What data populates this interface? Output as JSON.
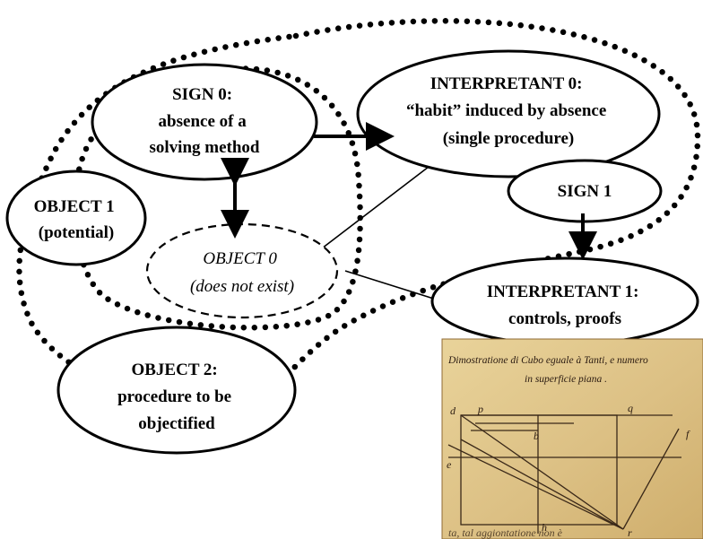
{
  "nodes": {
    "sign0": [
      "SIGN 0:",
      "absence of a",
      "solving method"
    ],
    "interpretant0": [
      "INTERPRETANT 0:",
      "“habit” induced by absence",
      "(single procedure)"
    ],
    "object1": [
      "OBJECT 1",
      "(potential)"
    ],
    "sign1": [
      "SIGN 1"
    ],
    "object0": [
      "OBJECT 0",
      "(does not exist)"
    ],
    "interpretant1": [
      "INTERPRETANT 1:",
      "controls, proofs"
    ],
    "object2": [
      "OBJECT 2:",
      "procedure to be",
      "objectified"
    ]
  },
  "inset": {
    "caption_line1": "Dimostratione di Cubo eguale à Tanti, e numero",
    "caption_line2": "in superficie piana .",
    "letters": [
      "d",
      "p",
      "b",
      "q",
      "e",
      "f",
      "h",
      "r"
    ],
    "bottom_text": "ta, tal aggiontatione non è"
  }
}
